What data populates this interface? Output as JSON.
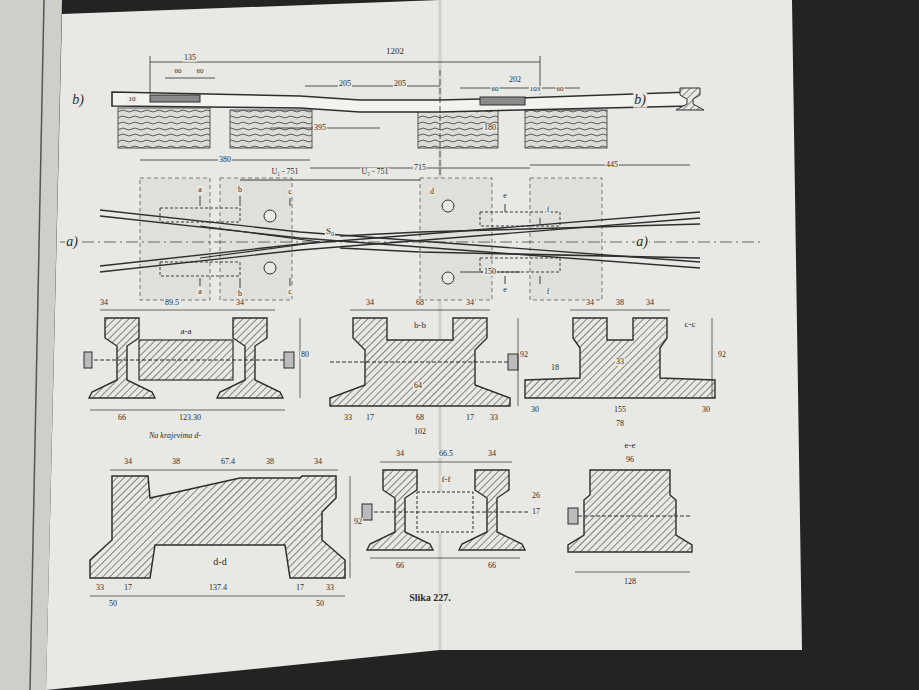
{
  "diagram": {
    "caption": "Slika 227.",
    "labels": [
      "b)",
      "b)",
      "135",
      "60",
      "60",
      "10",
      "1202",
      "205",
      "205",
      "202",
      "60",
      "103",
      "60",
      "395",
      "180",
      "380",
      "715",
      "445",
      "U₁ - 751",
      "U₂ - 751",
      "a)",
      "a)",
      "S₀",
      "a",
      "b",
      "c",
      "d",
      "e",
      "f",
      "a",
      "b",
      "c",
      "e",
      "f",
      "150",
      "34",
      "89.5",
      "34",
      "a-a",
      "80",
      "66",
      "123.30",
      "Na krajevima d-",
      "34",
      "68",
      "34",
      "b-b",
      "92",
      "64",
      "33",
      "17",
      "68",
      "17",
      "33",
      "102",
      "34",
      "38",
      "34",
      "c-c",
      "92",
      "33",
      "18",
      "30",
      "155",
      "30",
      "78",
      "34",
      "38",
      "67.4",
      "38",
      "34",
      "92",
      "d-d",
      "33",
      "17",
      "137.4",
      "17",
      "33",
      "50",
      "50",
      "34",
      "66.5",
      "34",
      "f-f",
      "66",
      "66",
      "26",
      "17",
      "e-e",
      "96",
      "128"
    ]
  }
}
